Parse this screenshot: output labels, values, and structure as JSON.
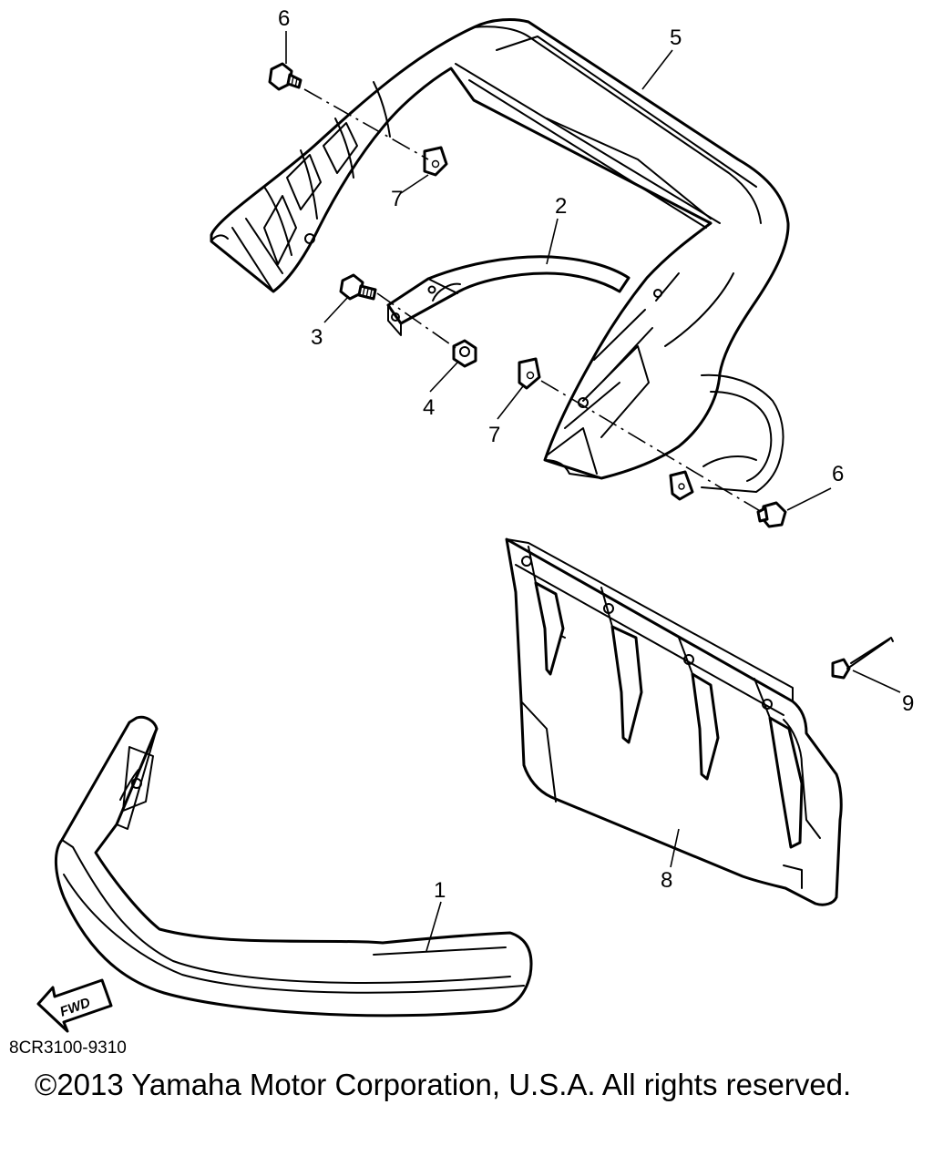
{
  "diagram": {
    "diagram_code": "8CR3100-9310",
    "copyright": "©2013 Yamaha Motor Corporation, U.S.A. All rights reserved.",
    "fwd_label": "FWD",
    "callouts": [
      "6",
      "5",
      "7",
      "2",
      "3",
      "4",
      "7",
      "6",
      "9",
      "1",
      "8"
    ]
  }
}
